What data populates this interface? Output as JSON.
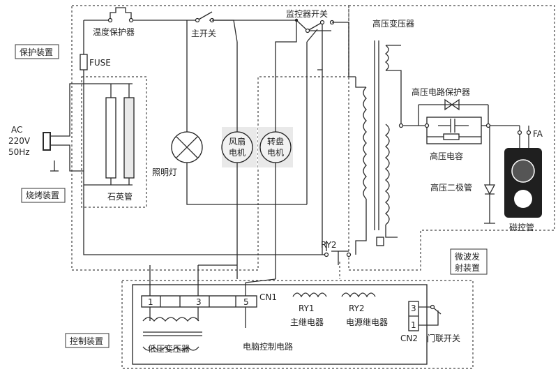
{
  "labels": {
    "temp_protector": "温度保护器",
    "main_switch": "主开关",
    "monitor_switch": "监控器开关",
    "hv_transformer": "高压变压器",
    "protection_device": "保护装置",
    "fuse": "FUSE",
    "ac_line1": "AC",
    "ac_line2": "220V",
    "ac_line3": "50Hz",
    "hv_circuit_protector": "高压电路保护器",
    "fan_motor_1": "风扇",
    "fan_motor_2": "电机",
    "turntable_motor_1": "转盘",
    "turntable_motor_2": "电机",
    "fa": "FA",
    "hv_capacitor": "高压电容",
    "lamp": "照明灯",
    "grill_device": "烧烤装置",
    "quartz_tube": "石英管",
    "hv_diode": "高压二极管",
    "magnetron": "磁控管",
    "ry2_top": "RY2",
    "microwave_device_1": "微波发",
    "microwave_device_2": "射装置",
    "cn1": "CN1",
    "pin1": "1",
    "pin3": "3",
    "pin5": "5",
    "ry1": "RY1",
    "ry2": "RY2",
    "main_relay": "主继电器",
    "power_relay": "电源继电器",
    "cn2_pin3": "3",
    "cn2_pin1": "1",
    "control_device": "控制装置",
    "cn2": "CN2",
    "door_switch": "门联开关",
    "lv_transformer": "低压变压器",
    "computer_control": "电脑控制电路"
  }
}
